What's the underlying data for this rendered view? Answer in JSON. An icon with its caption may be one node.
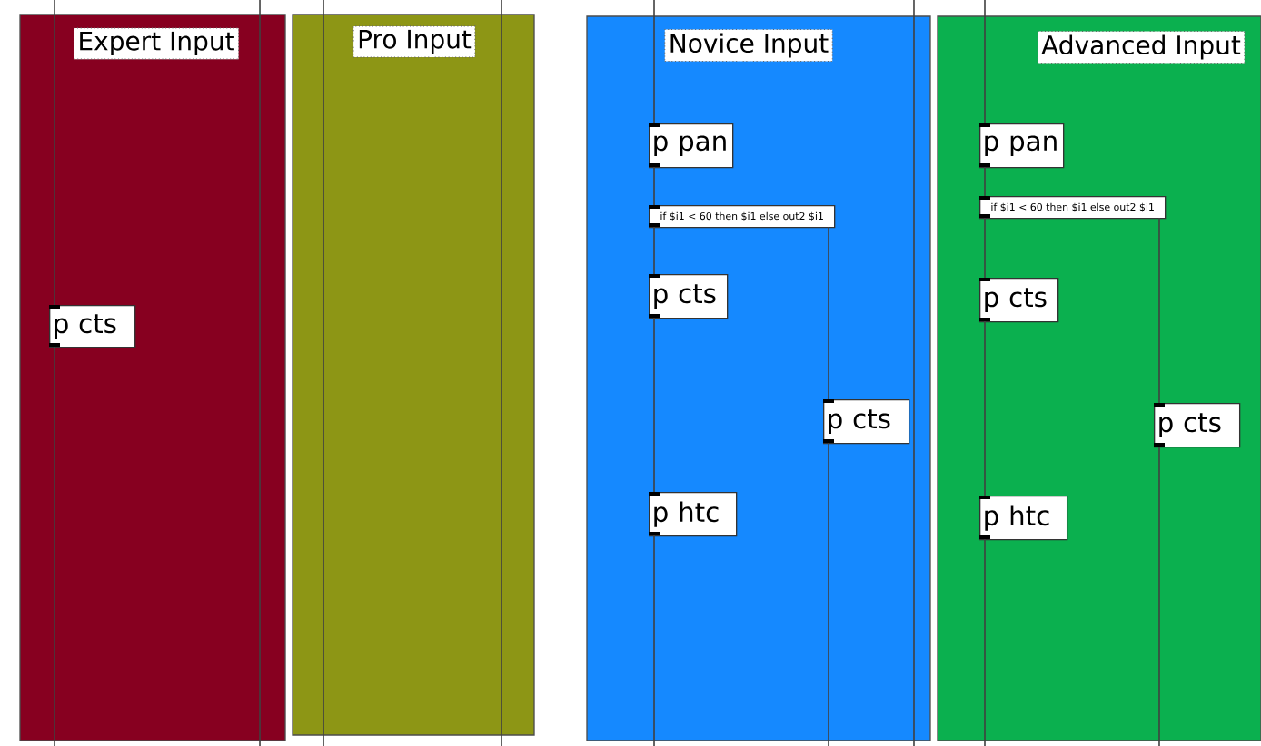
{
  "diagram": {
    "nodes": [
      {
        "text": [
          "Expert Input"
        ]
      },
      {
        "text": [
          "p cts"
        ],
        "in": 0
      },
      {
        "text": [
          "Pro Input"
        ]
      },
      {
        "text": [
          "Novice Input"
        ]
      },
      {
        "text": [
          "p pan"
        ],
        "in": 3
      },
      {
        "text": [
          "if $i1 < 60 then $i1 else out2 $i1"
        ],
        "in": 3
      },
      {
        "text": [
          "p cts"
        ],
        "in": 3
      },
      {
        "text": [
          "p cts"
        ],
        "in": 3
      },
      {
        "text": [
          "p htc"
        ],
        "in": 3
      },
      {
        "text": [
          "Advanced Input"
        ]
      },
      {
        "text": [
          "p pan"
        ],
        "in": 9
      },
      {
        "text": [
          "if $i1 < 60 then $i1 else out2 $i1"
        ],
        "in": 9
      },
      {
        "text": [
          "p cts"
        ],
        "in": 9
      },
      {
        "text": [
          "p cts"
        ],
        "in": 9
      },
      {
        "text": [
          "p htc"
        ],
        "in": 9
      }
    ],
    "edges": [
      {
        "from": null,
        "to": 1,
        "arrow": "none"
      },
      {
        "from": 1,
        "to": null,
        "arrow": "none"
      },
      {
        "from": null,
        "to": 4,
        "arrow": "none"
      },
      {
        "from": 4,
        "to": 5,
        "arrow": "none"
      },
      {
        "from": 5,
        "to": 6,
        "arrow": "none"
      },
      {
        "from": 6,
        "to": 8,
        "arrow": "none"
      },
      {
        "from": 8,
        "to": null,
        "arrow": "none"
      },
      {
        "from": 5,
        "to": 7,
        "arrow": "none"
      },
      {
        "from": 7,
        "to": null,
        "arrow": "none"
      },
      {
        "from": null,
        "to": 10,
        "arrow": "none"
      },
      {
        "from": 10,
        "to": 11,
        "arrow": "none"
      },
      {
        "from": 11,
        "to": 12,
        "arrow": "none"
      },
      {
        "from": 12,
        "to": 14,
        "arrow": "none"
      },
      {
        "from": 14,
        "to": null,
        "arrow": "none"
      },
      {
        "from": 11,
        "to": 13,
        "arrow": "none"
      },
      {
        "from": 13,
        "to": null,
        "arrow": "none"
      }
    ]
  }
}
